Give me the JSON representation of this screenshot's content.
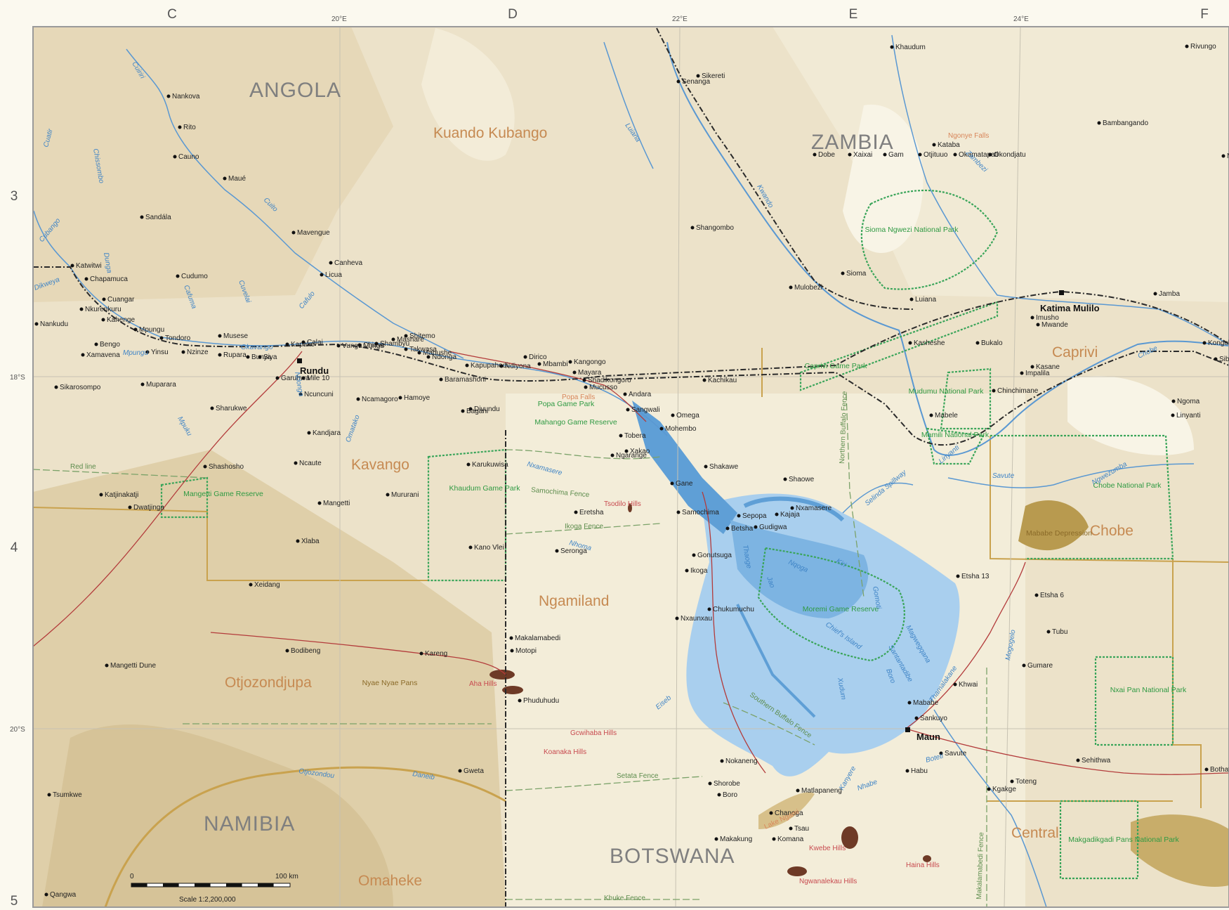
{
  "grid": {
    "columns": [
      "C",
      "D",
      "E",
      "F"
    ],
    "rows": [
      "3",
      "4",
      "5"
    ],
    "longitudes": [
      "20°E",
      "22°E",
      "24°E"
    ],
    "latitudes": [
      "18°S",
      "20°S"
    ]
  },
  "countries": [
    "ANGOLA",
    "ZAMBIA",
    "NAMIBIA",
    "BOTSWANA"
  ],
  "regions": [
    "Kuando Kubango",
    "Kavango",
    "Caprivi",
    "Chobe",
    "Ngamiland",
    "Otjozondjupa",
    "Omaheke",
    "Central"
  ],
  "towns": {
    "major": [
      "Rundu",
      "Katima Mulilo",
      "Maun"
    ],
    "minor": [
      "Nankova",
      "Rito",
      "Cauno",
      "Maué",
      "Sandála",
      "Mavengue",
      "Canheva",
      "Licua",
      "Cudumo",
      "Katwitwi",
      "Chapamuca",
      "Cuangar",
      "Nkurenkuru",
      "Kahenge",
      "Nankudu",
      "Mpungu",
      "Tondoro",
      "Musese",
      "Bengo",
      "Yinsu",
      "Nzinze",
      "Rupara",
      "Bunya",
      "Siya",
      "Kapako",
      "Calai",
      "Vungu Vungu",
      "Chiave",
      "Shambyu",
      "Mashare",
      "Takwasa",
      "Mabushe",
      "Ndonga",
      "Shitemo",
      "Xamavena",
      "Sikarosompo",
      "Muparara",
      "Garuhwa",
      "Mile 10",
      "Sharukwe",
      "Ncuncuni",
      "Ncamagoro",
      "Hamoye",
      "Baramashoni",
      "Kapupahedi",
      "Ndiyona",
      "Dirico",
      "Mbambi",
      "Kangongo",
      "Mayara",
      "Shadikongoro",
      "Mucusso",
      "Andara",
      "Divundu",
      "Bagani",
      "Kandjara",
      "Shashosho",
      "Ncaute",
      "Katjinakatji",
      "Dwatjinga",
      "Mangetti",
      "Mururani",
      "Xlaba",
      "Xeidang",
      "Karukuwisa",
      "Kano Vlei",
      "Khaudum",
      "Sikereti",
      "Senanga",
      "Shangombo",
      "Rivungo",
      "Bambangando",
      "Kataba",
      "Nawinda Kuta",
      "Sioma",
      "Mulobezi",
      "Luiana",
      "Jamba",
      "Imusho",
      "Mwande",
      "Kasheshe",
      "Bukalo",
      "Kongola",
      "Sibbinda",
      "Impalila",
      "Kasane",
      "Chinchimane",
      "Ngoma",
      "Linyanti",
      "Mabele",
      "Kachikau",
      "Sangwali",
      "Omega",
      "Mohembo",
      "Tobera",
      "Xakao",
      "Ngarange",
      "Shakawe",
      "Gane",
      "Samochima",
      "Shaowe",
      "Nxamasere",
      "Kajaja",
      "Sepopa",
      "Gudigwa",
      "Betsha",
      "Eretsha",
      "Seronga",
      "Gonutsuga",
      "Ikoga",
      "Chukumuchu",
      "Nxaunxau",
      "Etsha 13",
      "Etsha 6",
      "Tubu",
      "Gumare",
      "Khwai",
      "Mababe",
      "Sankuyo",
      "Savute",
      "Nokaneng",
      "Habu",
      "Shorobe",
      "Boro",
      "Matlapaneng",
      "Chanoga",
      "Tsau",
      "Komana",
      "Makakung",
      "Kgakge",
      "Toteng",
      "Sehithwa",
      "Bothatogo",
      "Bodibeng",
      "Kareng",
      "Makalamabedi",
      "Motopi",
      "Phuduhudu",
      "Gweta",
      "Mangetti Dune",
      "Tsumkwe",
      "Qangwa",
      "Dobe",
      "Xaixai",
      "Gam",
      "Otjituuo",
      "Okamatapati",
      "Okondjatu"
    ]
  },
  "parks": [
    "Sioma Ngwezi National Park",
    "Caprivi Game Park",
    "Mudumu National Park",
    "Mamili National Park",
    "Popa Game Park",
    "Mahango Game Reserve",
    "Khaudum Game Park",
    "Mangetti Game Reserve",
    "Moremi Game Reserve",
    "Chobe National Park",
    "Nxai Pan National Park",
    "Makgadikgadi Pans National Park"
  ],
  "rivers": [
    "Cuiriri",
    "Cuatir",
    "Chissombo",
    "Cuito",
    "Cubango",
    "Dunga",
    "Cafuma",
    "Cuvelai",
    "Cafulo",
    "Okavango",
    "Mpungu",
    "Dikweya",
    "Mpuku",
    "Ndonga",
    "Omatako",
    "Luiana",
    "Kwando",
    "Zambezi",
    "Chobe",
    "Linyanti",
    "Savute",
    "Ngwezumba",
    "Selinda Spillway",
    "Nxamasere",
    "Nhoma",
    "Thaoge",
    "Nqoga",
    "Jao",
    "Kiri",
    "Santantadibe",
    "Boro",
    "Gomoti",
    "Xudum",
    "Kanyere",
    "Boteti",
    "Thamalakane",
    "Nhabe",
    "Mogogelo",
    "Otjozondou",
    "Daneib",
    "Eiseb",
    "Magwegqana"
  ],
  "lines": [
    "Red line",
    "Samochima Fence",
    "Ikoga Fence",
    "Northern Buffalo Fence",
    "Southern Buffalo Fence",
    "Setata Fence",
    "Makalamabedi Fence",
    "Khuke Fence"
  ],
  "features": {
    "hills": [
      "Tsodilo Hills",
      "Aha Hills",
      "Gcwihaba Hills",
      "Koanaka Hills",
      "Kwebe Hills",
      "Ngwanalekau Hills",
      "Haina Hills"
    ],
    "falls": [
      "Popa Falls",
      "Ngonye Falls"
    ],
    "pans": [
      "Nyae Nyae Pans",
      "Mababe Depression"
    ],
    "island": "Chief's Island",
    "lake": "Lake Ngami"
  },
  "scale_bar": {
    "start": "0",
    "end": "100 km",
    "ratio": "Scale 1:2,200,000"
  },
  "colors": {
    "land_tan": "#e8dcc1",
    "land_light": "#f6f1e0",
    "delta": "#a9cfee",
    "delta_core": "#5f9fd6",
    "park_green": "#3aa55a",
    "border": "#2a2a2a",
    "region_border": "#c9a24e",
    "road": "#b33b3b",
    "river": "#3f84c6",
    "text_region": "#c68a52"
  }
}
